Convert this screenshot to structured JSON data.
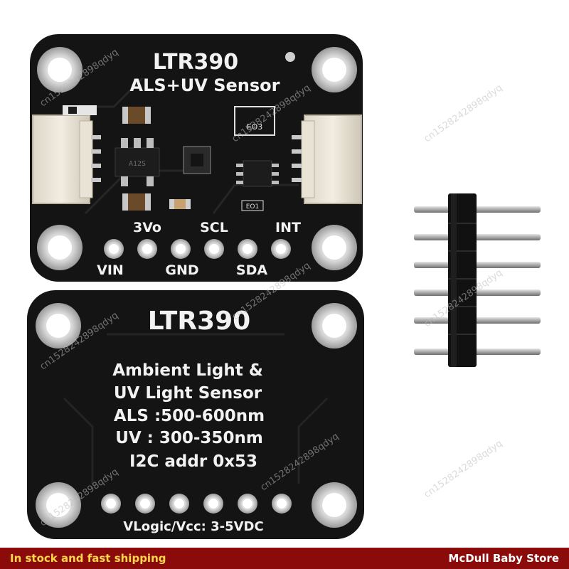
{
  "photo": {
    "front_board": {
      "title": "LTR390",
      "subtitle": "ALS+UV Sensor",
      "pin_labels_top": [
        "3Vo",
        "SCL",
        "INT"
      ],
      "pin_labels_bottom": [
        "VIN",
        "GND",
        "SDA"
      ],
      "chip_marks": [
        "A12S",
        "EO3",
        "EO1"
      ]
    },
    "back_board": {
      "title": "LTR390",
      "lines": [
        "Ambient Light &",
        "UV Light Sensor",
        "ALS :500-600nm",
        "UV : 300-350nm",
        "I2C addr 0x53"
      ],
      "footer": "VLogic/Vcc: 3-5VDC"
    },
    "watermark": "cn1528242898qdyq",
    "colors": {
      "board": "#141414",
      "silkscreen": "#f2f2f2",
      "bar": "#8b0a0a",
      "bar_left_text": "#ffd84a",
      "bar_right_text": "#ffffff"
    }
  },
  "banner": {
    "left_text": "In stock and fast shipping",
    "right_text": "McDull Baby Store"
  }
}
